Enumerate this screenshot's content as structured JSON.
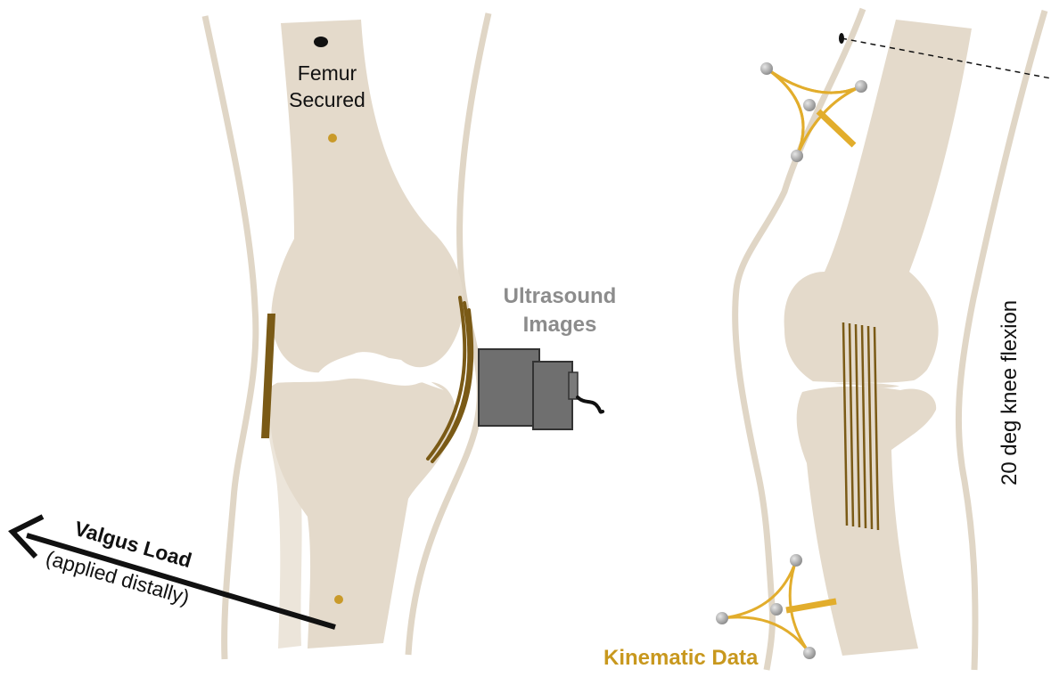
{
  "labels": {
    "femur_line1": "Femur",
    "femur_line2": "Secured",
    "ultrasound_line1": "Ultrasound",
    "ultrasound_line2": "Images",
    "valgus_title": "Valgus Load",
    "valgus_sub": "(applied distally)",
    "flexion": "20 deg knee flexion",
    "kinematic": "Kinematic Data"
  },
  "colors": {
    "bone": "#e4dacb",
    "skin_outline": "#e0d6c6",
    "ligament": "#7a5a16",
    "marker_frame": "#e2ad2c",
    "marker_ball": "#9a9a9a",
    "probe": "#6f6f6f",
    "label_gray": "#8c8c8c",
    "label_gold": "#c8981e"
  },
  "icons": {
    "probe": "ultrasound-probe-icon",
    "marker": "optical-marker-triad-icon",
    "arrow": "load-arrow-icon"
  }
}
